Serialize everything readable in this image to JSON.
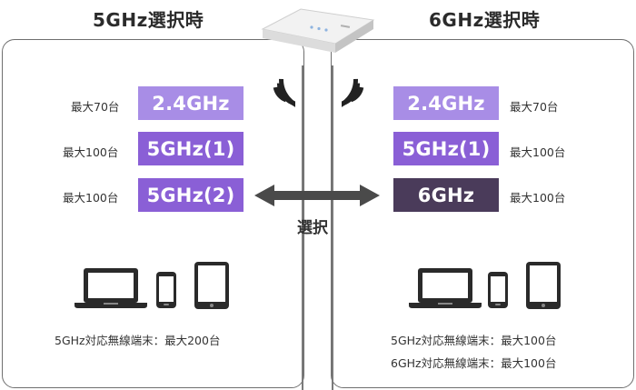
{
  "titles": {
    "left": "5GHz選択時",
    "right": "6GHz選択時"
  },
  "left": {
    "bands": [
      {
        "label": "2.4GHz",
        "capacity": "最大70台"
      },
      {
        "label": "5GHz(1)",
        "capacity": "最大100台"
      },
      {
        "label": "5GHz(2)",
        "capacity": "最大100台"
      }
    ],
    "footer": [
      "5GHz対応無線端末：最大200台"
    ]
  },
  "right": {
    "bands": [
      {
        "label": "2.4GHz",
        "capacity": "最大70台"
      },
      {
        "label": "5GHz(1)",
        "capacity": "最大100台"
      },
      {
        "label": "6GHz",
        "capacity": "最大100台"
      }
    ],
    "footer": [
      "5GHz対応無線端末：最大100台",
      "6GHz対応無線端末：最大100台"
    ]
  },
  "select_label": "選択",
  "colors": {
    "band_24": "#a88de6",
    "band_5": "#8a5fd6",
    "band_6": "#4a3b5a",
    "device": "#2a2a2a"
  },
  "icons": [
    "access-point-icon",
    "wifi-signal-left-icon",
    "wifi-signal-right-icon",
    "double-arrow-icon",
    "laptop-icon",
    "smartphone-icon",
    "tablet-icon"
  ]
}
